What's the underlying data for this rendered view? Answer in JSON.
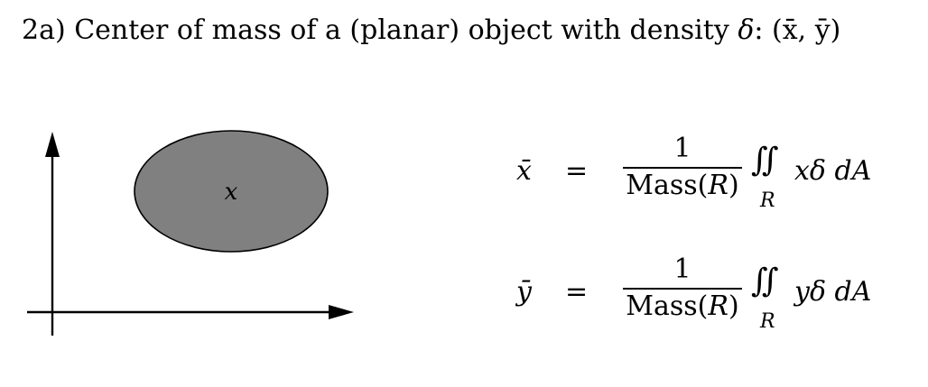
{
  "heading": {
    "prefix": "2a) Center of mass of a (planar) object with density ",
    "delta": "δ",
    "colon": ":",
    "coords": "(x̄, ȳ)"
  },
  "diagram": {
    "region_label": "x",
    "region_color": "#808080"
  },
  "equations": [
    {
      "lhs": "x̄",
      "equals": "=",
      "numerator": "1",
      "denominator_text": "Mass(",
      "denominator_var": "R",
      "denominator_close": ")",
      "integral_sign": "∬",
      "integral_sub": "R",
      "integrand": "xδ dA"
    },
    {
      "lhs": "ȳ",
      "equals": "=",
      "numerator": "1",
      "denominator_text": "Mass(",
      "denominator_var": "R",
      "denominator_close": ")",
      "integral_sign": "∬",
      "integral_sub": "R",
      "integrand": "yδ dA"
    }
  ]
}
